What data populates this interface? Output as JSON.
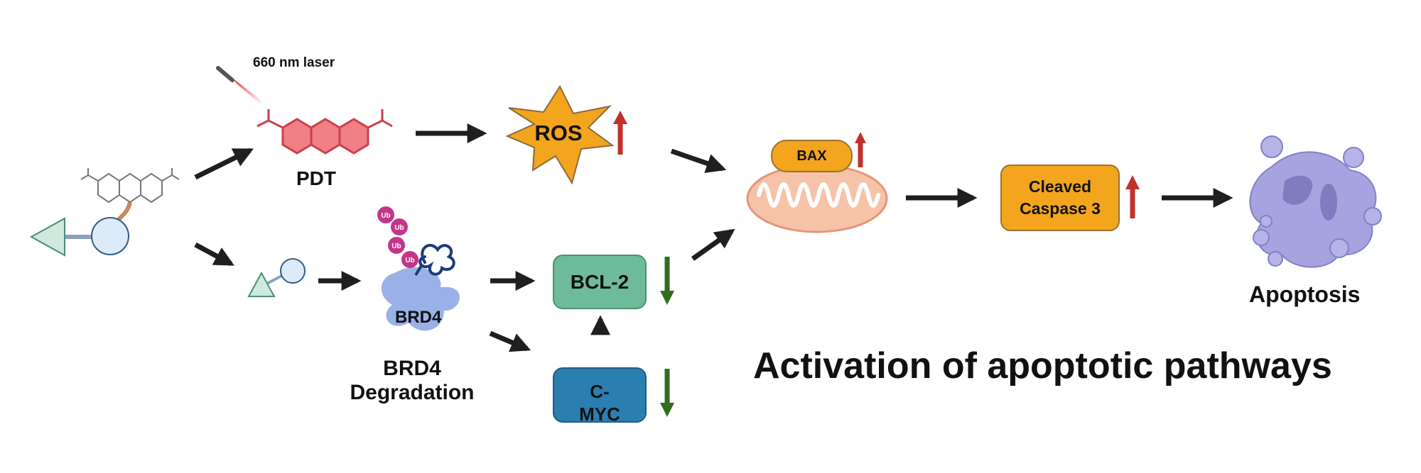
{
  "labels": {
    "laser": "660 nm laser",
    "pdt": "PDT",
    "ros": "ROS",
    "bax": "BAX",
    "bcl2": "BCL-2",
    "cmyc": "C-\nMYC",
    "brd4_protein": "BRD4",
    "brd4_degradation": "BRD4\nDegradation",
    "ub": "Ub",
    "cleaved_caspase": "Cleaved\nCaspase 3",
    "apoptosis": "Apoptosis",
    "headline": "Activation of apoptotic pathways"
  },
  "regulation": {
    "ros": "up",
    "bax": "up",
    "cleaved_caspase": "up",
    "bcl2": "down",
    "cmyc": "down"
  },
  "colors": {
    "arrow": "#1f1f1f",
    "up": "#c0312b",
    "down": "#2f6e1f",
    "pdt_ring": "#f07f86",
    "ros_burst": "#f2a51d",
    "bax_box": "#f2a51d",
    "caspase_box": "#f2a51d",
    "bcl2_box": "#6dbb9b",
    "cmyc_box": "#2a7fb0",
    "mito": "#f6c3a8",
    "ub": "#c2368b",
    "brd4_blob": "#8fa8e6",
    "cell": "#a6a3e0",
    "ligand_triangle": "#cfe9df",
    "ligand_circle": "#ddeaf7"
  }
}
